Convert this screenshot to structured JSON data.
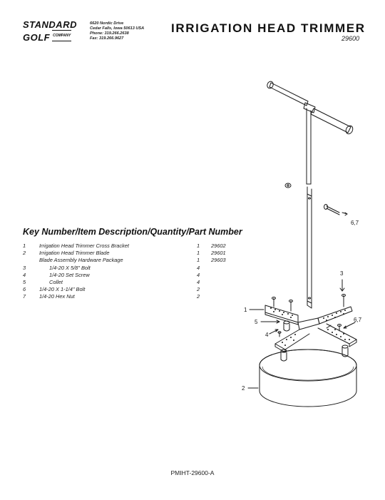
{
  "header": {
    "logo_line1": "STANDARD",
    "logo_line2": "GOLF",
    "logo_sub": "COMPANY",
    "address": [
      "6620 Nordic Drive",
      "Cedar Falls, Iowa  50613  USA",
      "Phone: 319.266.2638",
      "Fax: 319.266.9627"
    ],
    "title": "IRRIGATION HEAD TRIMMER",
    "model": "29600"
  },
  "parts_list": {
    "heading": "Key Number/Item Description/Quantity/Part Number",
    "rows": [
      {
        "key": "1",
        "desc": "Irrigation Head Trimmer Cross Bracket",
        "qty": "1",
        "pn": "29602",
        "indent": false
      },
      {
        "key": "2",
        "desc": "Irrigation Head Trimmer Blade",
        "qty": "1",
        "pn": "29601",
        "indent": false
      },
      {
        "key": "",
        "desc": "Blade Assembly Hardware Package",
        "qty": "1",
        "pn": "29603",
        "indent": false
      },
      {
        "key": "3",
        "desc": "1/4-20 X 5/8\" Bolt",
        "qty": "4",
        "pn": "",
        "indent": true
      },
      {
        "key": "4",
        "desc": "1/4-20 Set Screw",
        "qty": "4",
        "pn": "",
        "indent": true
      },
      {
        "key": "5",
        "desc": "Collet",
        "qty": "4",
        "pn": "",
        "indent": true
      },
      {
        "key": "6",
        "desc": "1/4-20 X 1-1/4\" Bolt",
        "qty": "2",
        "pn": "",
        "indent": false
      },
      {
        "key": "7",
        "desc": "1/4-20 Hex Nut",
        "qty": "2",
        "pn": "",
        "indent": false
      }
    ]
  },
  "diagram": {
    "callouts": {
      "c67_top": "6,7",
      "c3": "3",
      "c1": "1",
      "c5": "5",
      "c4": "4",
      "c67_side": "6,7",
      "c2": "2"
    }
  },
  "footer": {
    "doc_number": "PMIHT-29600-A"
  }
}
